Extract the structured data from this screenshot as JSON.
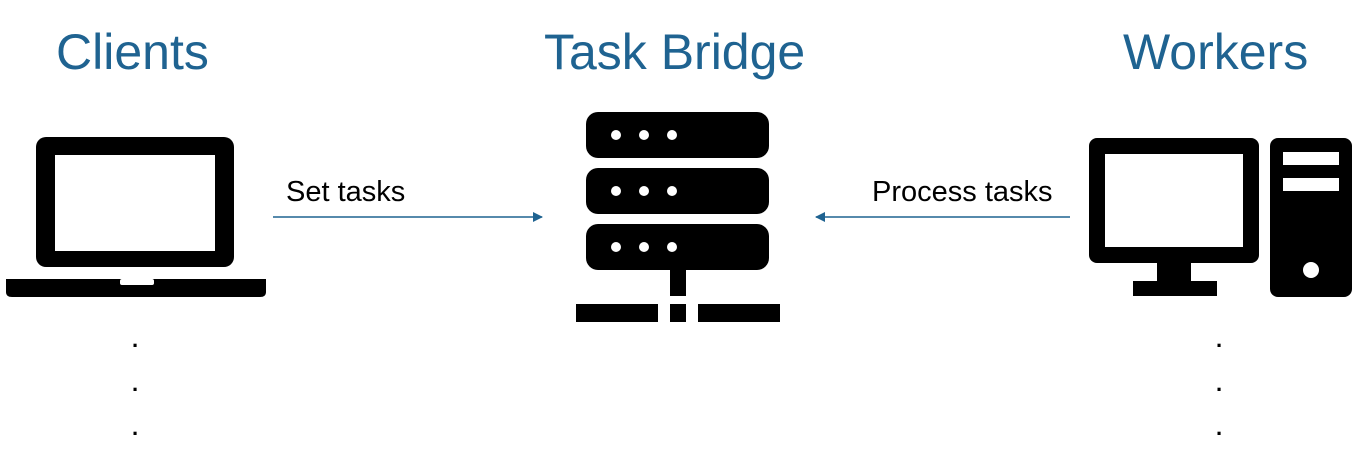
{
  "headings": {
    "clients": "Clients",
    "bridge": "Task Bridge",
    "workers": "Workers"
  },
  "edges": {
    "set_tasks": "Set tasks",
    "process_tasks": "Process tasks"
  },
  "ellipsis": {
    "left": [
      ".",
      ".",
      "."
    ],
    "right": [
      ".",
      ".",
      "."
    ]
  },
  "colors": {
    "heading": "#1f6391",
    "arrow": "#1f6391",
    "icon": "#000000"
  },
  "icons": {
    "client": "laptop-icon",
    "bridge": "server-icon",
    "worker": "desktop-computer-icon"
  }
}
